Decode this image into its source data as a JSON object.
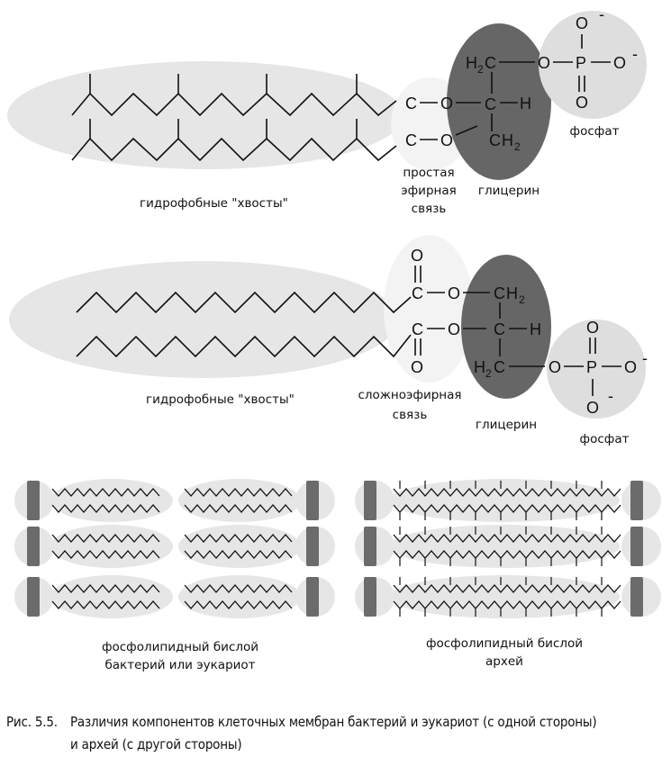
{
  "archaeal_lipid": {
    "tails_label": "гидрофобные \"хвосты\"",
    "bond_label": [
      "простая",
      "эфирная",
      "связь"
    ],
    "glycerol_label": "глицерин",
    "phosphate_label": "фосфат"
  },
  "bacterial_lipid": {
    "tails_label": "гидрофобные \"хвосты\"",
    "bond_label": [
      "сложноэфирная",
      "связь"
    ],
    "glycerol_label": "глицерин",
    "phosphate_label": "фосфат"
  },
  "chem": {
    "C": "C",
    "O": "O",
    "P": "P",
    "H": "H",
    "H2": "H",
    "sub2": "2",
    "minus": "-"
  },
  "bilayers": {
    "bacterial_label": [
      "фосфолипидный бислой",
      "бактерий или эукариот"
    ],
    "archaeal_label": [
      "фосфолипидный бислой",
      "архей"
    ]
  },
  "caption": {
    "number": "Рис. 5.5.",
    "line1": "Различия компонентов клеточных мембран бактерий и эукариот (с одной стороны)",
    "line2": "и архей (с другой стороны)"
  },
  "colors": {
    "light_fill": "#e6e6e6",
    "glycerol_fill": "#666666",
    "head_bar": "#6b6b6b",
    "phosphate_fill": "#dedede"
  }
}
